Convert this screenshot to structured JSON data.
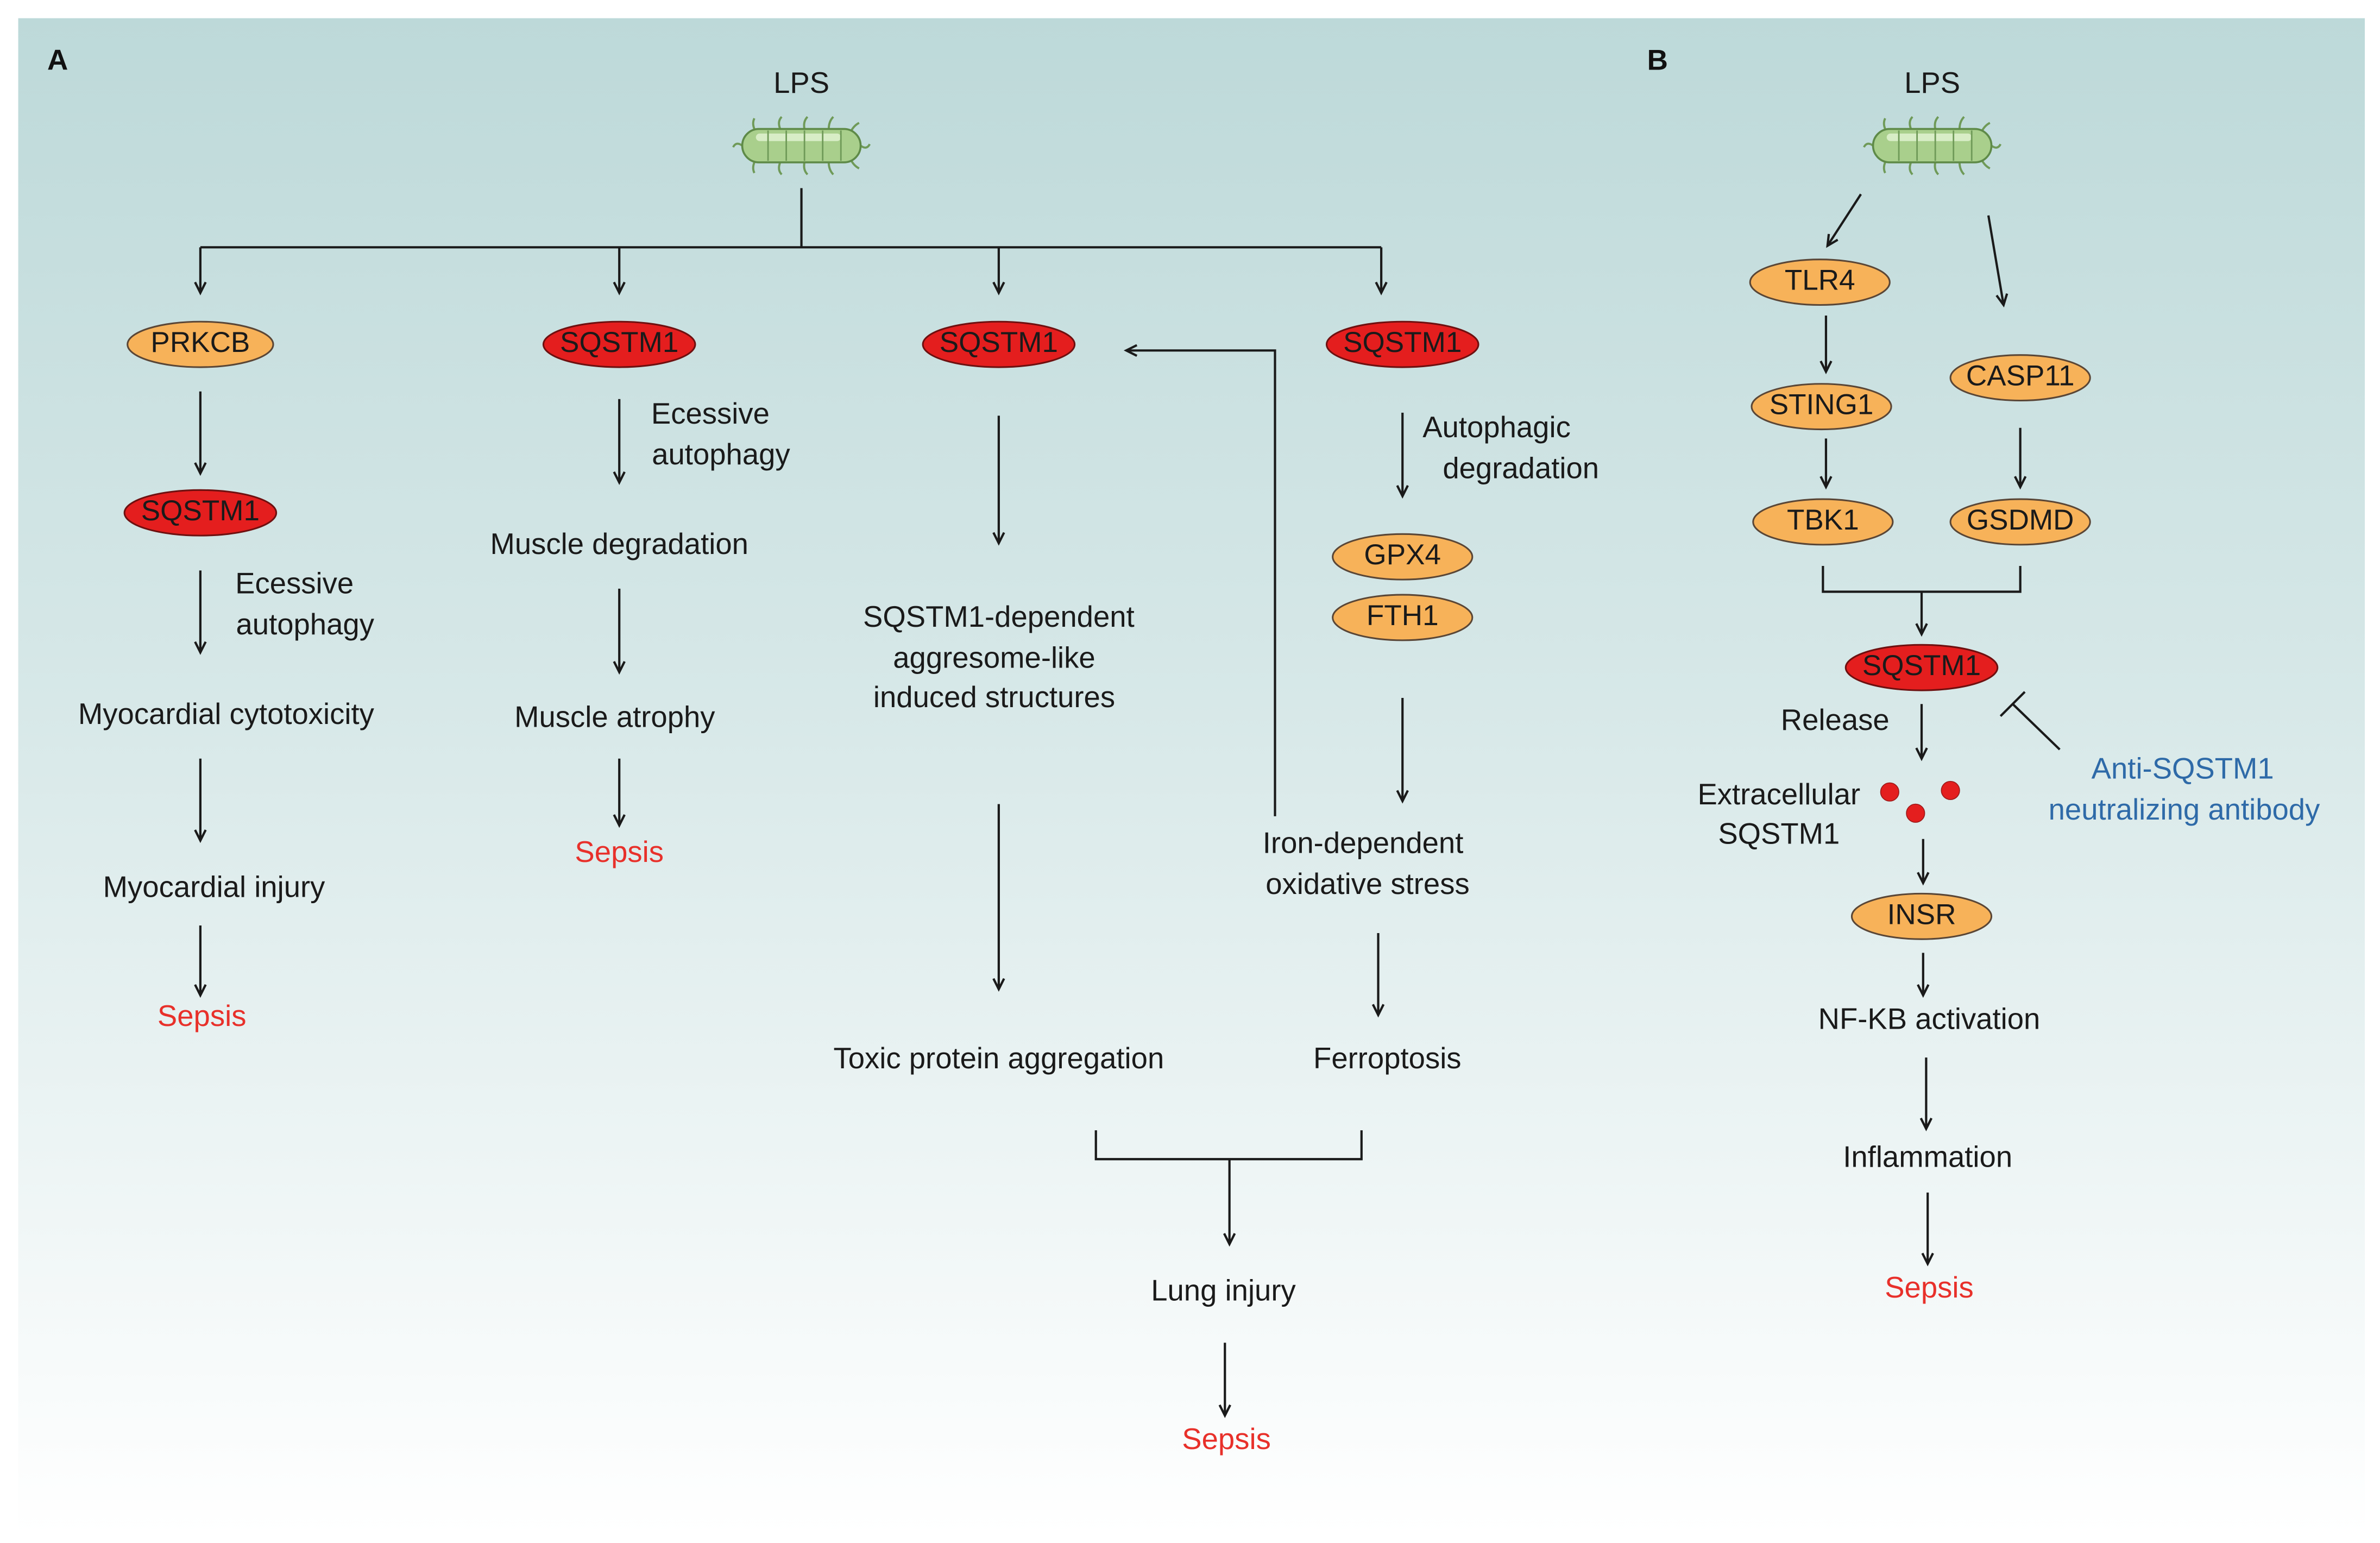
{
  "colors": {
    "background_top": "#bdd9d9",
    "background_bottom": "#ffffff",
    "protein_orange": "#f7b259",
    "protein_red": "#e41e1e",
    "sepsis_text": "#e8302a",
    "antibody_text": "#2e6aa8",
    "bacterium_green": "#a9cf8c"
  },
  "panel_a": {
    "label": "A",
    "source": "LPS",
    "branch_prkcb": {
      "node_prkcb": "PRKCB",
      "node_sqstm1": "SQSTM1",
      "mechanism": [
        "Ecessive",
        "autophagy"
      ],
      "outcome1": "Myocardial cytotoxicity",
      "outcome2": "Myocardial injury",
      "endpoint": "Sepsis"
    },
    "branch_muscle": {
      "node_sqstm1": "SQSTM1",
      "mechanism": [
        "Ecessive",
        "autophagy"
      ],
      "outcome1": "Muscle degradation",
      "outcome2": "Muscle atrophy",
      "endpoint": "Sepsis"
    },
    "branch_aggregation": {
      "node_sqstm1": "SQSTM1",
      "structures": [
        "SQSTM1-dependent",
        "aggresome-like",
        "induced structures"
      ],
      "outcome": "Toxic protein aggregation"
    },
    "branch_ferroptosis": {
      "node_sqstm1": "SQSTM1",
      "mechanism": [
        "Autophagic",
        "degradation"
      ],
      "node_gpx4": "GPX4",
      "node_fth1": "FTH1",
      "stress": [
        "Iron-dependent",
        "oxidative stress"
      ],
      "outcome": "Ferroptosis"
    },
    "merge_outcome": "Lung injury",
    "endpoint": "Sepsis"
  },
  "panel_b": {
    "label": "B",
    "source": "LPS",
    "node_tlr4": "TLR4",
    "node_sting1": "STING1",
    "node_tbk1": "TBK1",
    "node_casp11": "CASP11",
    "node_gsdmd": "GSDMD",
    "node_sqstm1": "SQSTM1",
    "release": "Release",
    "extracellular": [
      "Extracellular",
      "SQSTM1"
    ],
    "antibody": [
      "Anti-SQSTM1",
      "neutralizing antibody"
    ],
    "node_insr": "INSR",
    "activation": "NF-KB activation",
    "inflammation": "Inflammation",
    "endpoint": "Sepsis"
  }
}
